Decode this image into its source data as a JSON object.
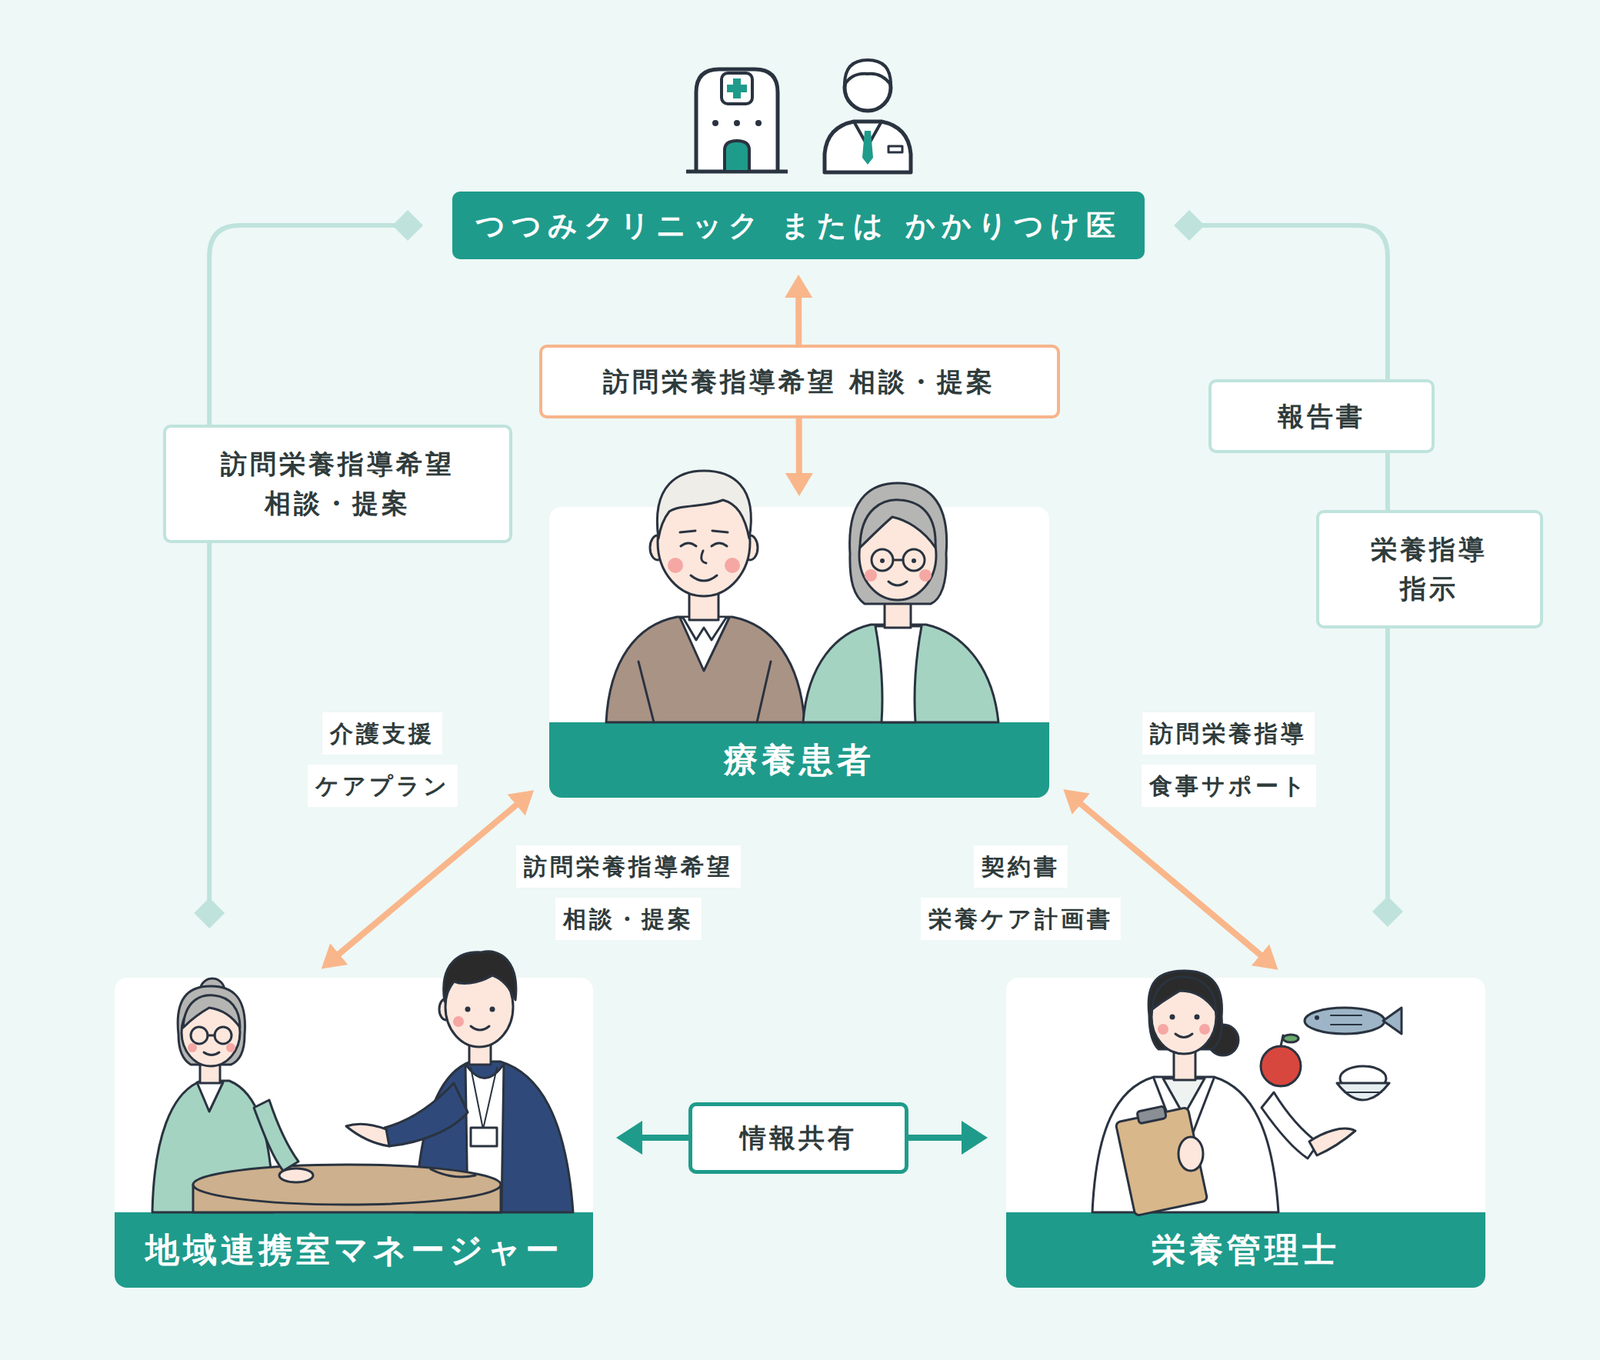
{
  "diagram": {
    "nodes": [
      {
        "text": [
          "つつみクリニック または かかりつけ医"
        ]
      },
      {
        "text": [
          "療養患者"
        ]
      },
      {
        "text": [
          "地域連携室マネージャー"
        ]
      },
      {
        "text": [
          "栄養管理士"
        ]
      }
    ],
    "edges": [
      {
        "from": 0,
        "to": 1,
        "arrow": "both",
        "label": "訪問栄養指導希望 相談・提案"
      },
      {
        "from": 0,
        "to": 2,
        "arrow": "none",
        "label": "訪問栄養指導希望 相談・提案"
      },
      {
        "from": 3,
        "to": 0,
        "arrow": "none",
        "label": "報告書"
      },
      {
        "from": 1,
        "to": 2,
        "arrow": "both",
        "label": "訪問栄養指導希望 相談・提案"
      },
      {
        "from": 1,
        "to": 3,
        "arrow": "both",
        "label": "契約書 栄養ケア計画書"
      },
      {
        "from": 2,
        "to": 3,
        "arrow": "both",
        "label": "情報共有"
      }
    ],
    "labels": [
      "栄養指導 指示",
      "介護支援 ケアプラン",
      "訪問栄養指導 食事サポート"
    ]
  }
}
